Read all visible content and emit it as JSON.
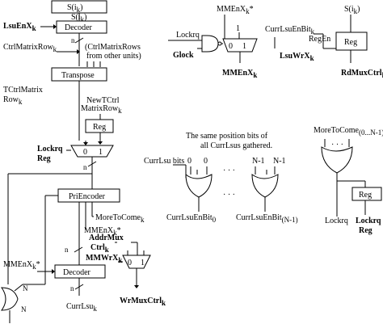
{
  "left": {
    "s_top": "S(i",
    "s_top_sub": "k",
    "s_inner": "S(i",
    "s_inner_sub": "k",
    "lsuenx": "LsuEnX",
    "lsuenx_sub": "k",
    "decoder": "Decoder",
    "ctrlrow": "CtrlMatrixRow",
    "ctrlrow_sub": "k",
    "n": "n",
    "other_units_1": "(CtrlMatrixRows",
    "other_units_2": "from other units)",
    "transpose": "Transpose",
    "tctrl_1": "TCtrlMatrix",
    "tctrl_2": "Row",
    "tctrl_sub": "k",
    "newtctrl_1": "NewTCtrl",
    "newtctrl_2": "MatrixRow",
    "newtctrl_sub": "k",
    "reg": "Reg",
    "lockrq_reg_1": "Lockrq",
    "lockrq_reg_2": "Reg",
    "mux_0": "0",
    "mux_1": "1",
    "priencoder": "PriEncoder",
    "moretocome": "MoreToCome",
    "moretocome_sub": "k",
    "mmenx_star": "MMEnX",
    "mmenx_star_sub": "k",
    "addrmux_1": "AddrMux",
    "addrmux_2": "Ctrl",
    "addrmux_sub": "k",
    "mmwrx": "MMWrX",
    "mmwrx_sub": "k",
    "wrmuxctrl": "WrMuxCtrl",
    "wrmuxctrl_sub": "k",
    "decoder2": "Decoder",
    "mmenx_in": "MMEnX",
    "mmenx_in_sub": "k",
    "currlsu": "CurrLsu",
    "currlsu_sub": "k",
    "N": "N",
    "N2": "N"
  },
  "top_mid": {
    "mmenx_star": "MMEnX",
    "mmenx_star_sub": "k",
    "lockrq": "Lockrq",
    "glock": "Glock",
    "mux_0": "0",
    "mux_1": "1",
    "one": "1",
    "mmenx_out": "MMEnX",
    "mmenx_out_sub": "k"
  },
  "top_right": {
    "s_ik": "S(i",
    "s_ik_sub": "k",
    "currlsuenbit": "CurrLsuEnBit",
    "currlsuenbit_sub": "k",
    "regen": "RegEn",
    "reg": "Reg",
    "lsuwrx": "LsuWrX",
    "lsuwrx_sub": "k",
    "rdmuxctrl": "RdMuxCtrl",
    "rdmuxctrl_sub": "k"
  },
  "mid": {
    "note_1": "The same position bits of",
    "note_2": "all CurrLsus gathered.",
    "currlsu_bits": "CurrLsu bits",
    "bit0a": "0",
    "bit0b": "0",
    "bitN1a": "N-1",
    "bitN1b": "N-1",
    "dots1": "· · ·",
    "dots2": "· · ·",
    "out0": "CurrLsuEnBit",
    "out0_sub": "0",
    "outN": "CurrLsuEnBit",
    "outN_sub": "(N-1)"
  },
  "right_mid": {
    "moretocome": "MoreToCome",
    "moretocome_sub": "(0...N-1)",
    "dots": "· · ·",
    "reg": "Reg",
    "lockrq": "Lockrq",
    "lockrq_reg_1": "Lockrq",
    "lockrq_reg_2": "Reg"
  }
}
